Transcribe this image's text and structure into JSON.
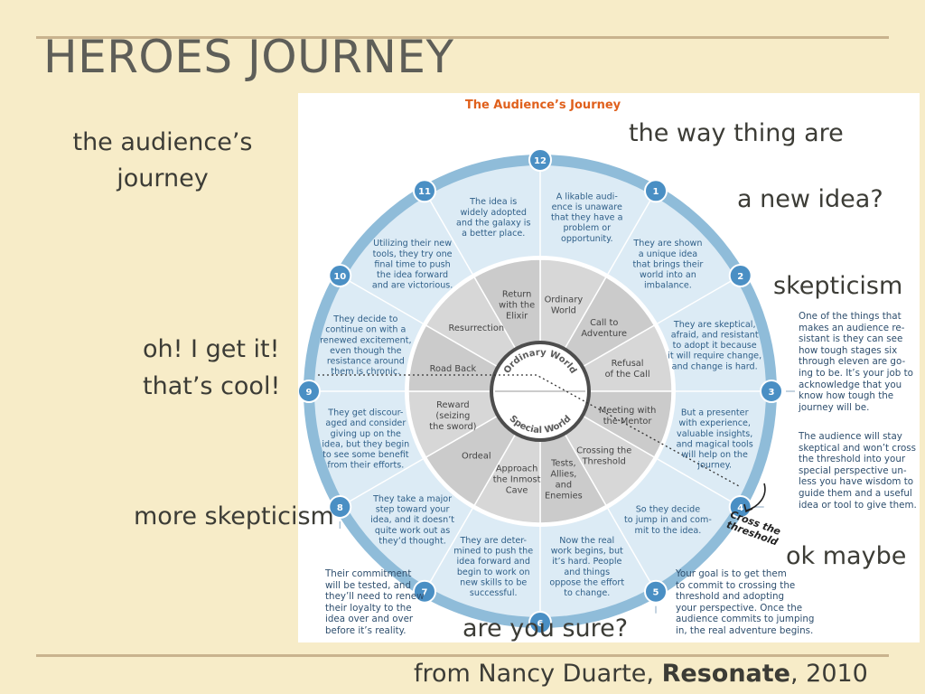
{
  "slide": {
    "title": "HEROES JOURNEY",
    "left_label": "the audience’s\njourney",
    "annotations": {
      "way_things_are": "the way thing are",
      "new_idea": "a new idea?",
      "skepticism": "skepticism",
      "get_it": "oh! I get it!\nthat’s cool!",
      "more_skepticism": "more skepticism",
      "ok_maybe": "ok maybe",
      "are_you_sure": "are you sure?"
    },
    "footer": {
      "prefix": "from Nancy Duarte, ",
      "book": "Resonate",
      "suffix": ",  2010"
    }
  },
  "diagram": {
    "title": "The Audience’s Journey",
    "inner_labels": {
      "top": "Ordinary World",
      "bottom": "Special World"
    },
    "cross_label": "Cross the\nthreshold",
    "stages": [
      {
        "num": "1",
        "text": "A likable audi-\nence is unaware\nthat they have a\nproblem or\nopportunity.",
        "inner": "Ordinary\nWorld"
      },
      {
        "num": "2",
        "text": "They are shown\na unique idea\nthat brings their\nworld into an\nimbalance.",
        "inner": "Call to\nAdventure"
      },
      {
        "num": "3",
        "text": "They are skeptical,\nafraid, and resistant\nto adopt it because\nit will require change,\nand change is hard.",
        "inner": "Refusal\nof the Call"
      },
      {
        "num": "4",
        "text": "But a presenter\nwith experience,\nvaluable insights,\nand magical tools\nwill help on the\njourney.",
        "inner": "Meeting with\nthe Mentor"
      },
      {
        "num": "5",
        "text": "So they decide\nto jump in and com-\nmit to the idea.",
        "inner": "Crossing the\nThreshold"
      },
      {
        "num": "6",
        "text": "Now the real\nwork begins, but\nit’s hard. People\nand things\noppose the effort\nto change.",
        "inner": "Tests,\nAllies,\nand\nEnemies"
      },
      {
        "num": "7",
        "text": "They are deter-\nmined to push the\nidea forward and\nbegin to work on\nnew skills to be\nsuccessful.",
        "inner": "Approach\nthe Inmost\nCave"
      },
      {
        "num": "8",
        "text": "They take a major\nstep toward your\nidea, and it doesn’t\nquite work out as\nthey’d thought.",
        "inner": "Ordeal"
      },
      {
        "num": "9",
        "text": "They get discour-\naged and consider\ngiving up on the\nidea, but they begin\nto see some benefit\nfrom their efforts.",
        "inner": "Reward\n(seizing\nthe sword)"
      },
      {
        "num": "10",
        "text": "They decide to\ncontinue on with a\nrenewed excitement,\neven though the\nresistance around\nthem is chronic.",
        "inner": "Road Back"
      },
      {
        "num": "11",
        "text": "Utilizing their new\ntools, they try one\nfinal time to push\nthe idea forward\nand are victorious.",
        "inner": "Resurrection"
      },
      {
        "num": "12",
        "text": "The idea is\nwidely adopted\nand the galaxy is\na better place.",
        "inner": "Return\nwith the\nElixir"
      }
    ],
    "notes": {
      "n3": "One of the things that\nmakes an audience re-\nsistant is they can see\nhow tough stages six\nthrough eleven are go-\ning to be. It’s your job to\nacknowledge that you\nknow how tough the\njourney will be.",
      "n4": "The audience will stay\nskeptical and won’t cross\nthe threshold into your\nspecial perspective un-\nless you have wisdom to\nguide them and a useful\nidea or tool to give them.",
      "n5": "Your goal is to get them\nto commit to crossing the\nthreshold and adopting\nyour perspective. Once the\naudience commits to jumping\nin, the real adventure begins.",
      "n8": "Their commitment\nwill be tested, and\nthey’ll need to renew\ntheir loyalty to the\nidea over and over\nbefore it’s reality."
    },
    "colors": {
      "outer_ring": "#8fbcd9",
      "outer_fill": "#dcebf5",
      "mid_ring": "#cfcfcf",
      "center": "#ffffff",
      "title": "#e0601c",
      "badge": "#4a8fc4"
    }
  }
}
